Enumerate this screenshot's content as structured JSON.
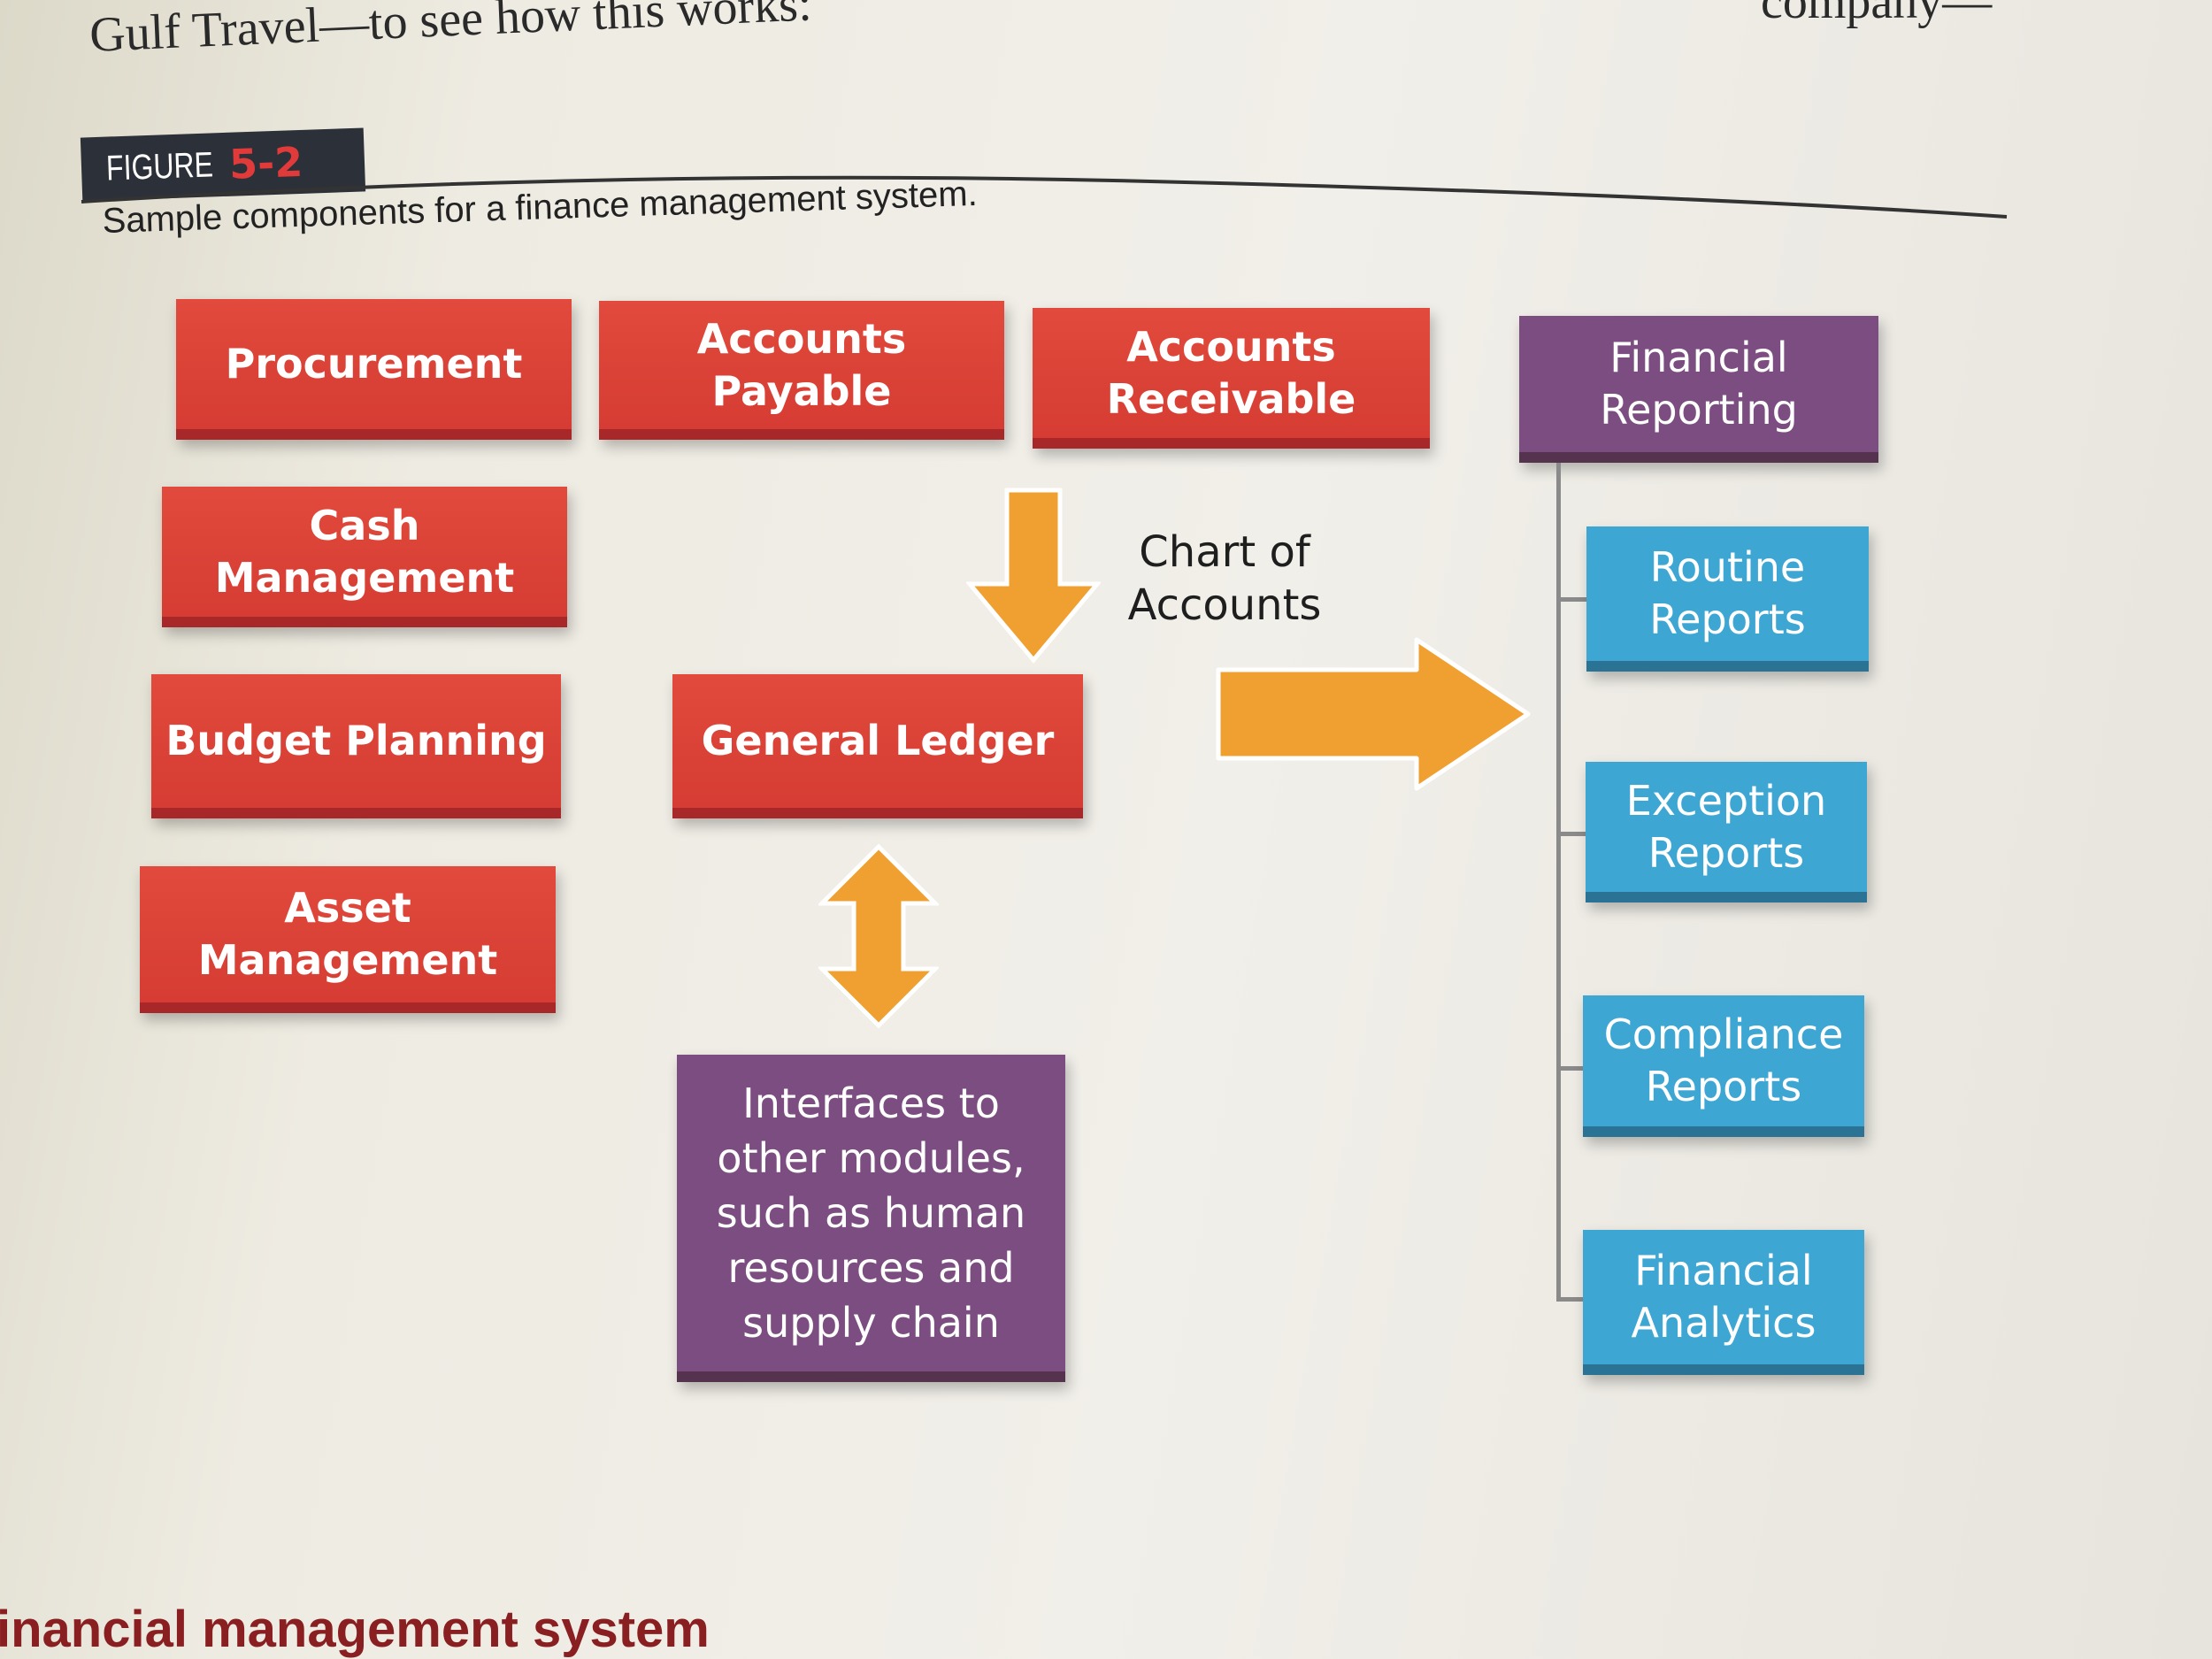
{
  "page": {
    "intro_text": "Gulf Travel—to see how this works:",
    "top_right_fragment": "company—",
    "footer_heading": "inancial management system"
  },
  "figure": {
    "label": "FIGURE",
    "number": "5-2",
    "caption": "Sample components for a finance management system."
  },
  "diagram": {
    "modules": {
      "procurement": "Procurement",
      "accounts_payable": "Accounts Payable",
      "accounts_receivable": "Accounts Receivable",
      "cash_management": "Cash Management",
      "budget_planning": "Budget Planning",
      "asset_management": "Asset Management",
      "general_ledger": "General Ledger",
      "interfaces": "Interfaces to other modules, such as human resources and supply chain"
    },
    "chart_of_accounts_label": "Chart of Accounts",
    "reporting": {
      "title": "Financial Reporting",
      "items": [
        "Routine Reports",
        "Exception Reports",
        "Compliance Reports",
        "Financial Analytics"
      ]
    }
  },
  "colors": {
    "module_red": "#d63c33",
    "interface_purple": "#7b4d80",
    "report_blue": "#3ea6d3",
    "arrow_orange": "#f0a030"
  }
}
